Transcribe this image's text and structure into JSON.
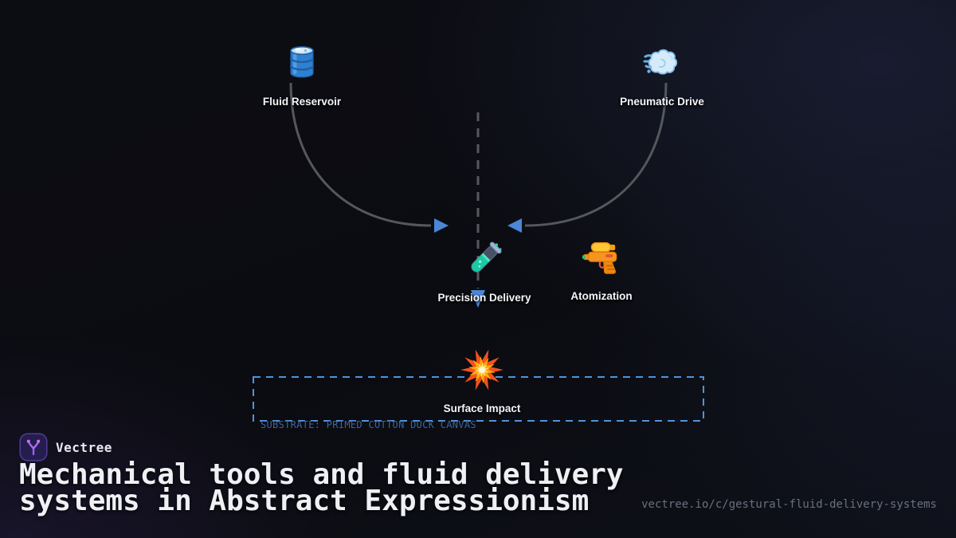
{
  "brand": {
    "name": "Vectree",
    "logo_icon": "vectree-branch-icon",
    "accent_color": "#a855f7"
  },
  "title": "Mechanical tools and fluid delivery systems in Abstract Expressionism",
  "url": "vectree.io/c/gestural-fluid-delivery-systems",
  "diagram": {
    "nodes": [
      {
        "id": "fluid-reservoir",
        "label": "Fluid Reservoir",
        "icon": "oil-drum-icon"
      },
      {
        "id": "pneumatic-drive",
        "label": "Pneumatic Drive",
        "icon": "dash-cloud-icon"
      },
      {
        "id": "precision-delivery",
        "label": "Precision Delivery",
        "icon": "test-tube-icon"
      },
      {
        "id": "atomization",
        "label": "Atomization",
        "icon": "water-pistol-icon"
      },
      {
        "id": "surface-impact",
        "label": "Surface Impact",
        "icon": "collision-icon"
      }
    ],
    "substrate_note": "SUBSTRATE: PRIMED COTTON DUCK CANVAS",
    "colors": {
      "connector_gray": "#55575d",
      "arrow_blue": "#4a87d8",
      "dashed_box_blue": "#4e94dc",
      "substrate_text_blue": "#3d639c"
    }
  }
}
